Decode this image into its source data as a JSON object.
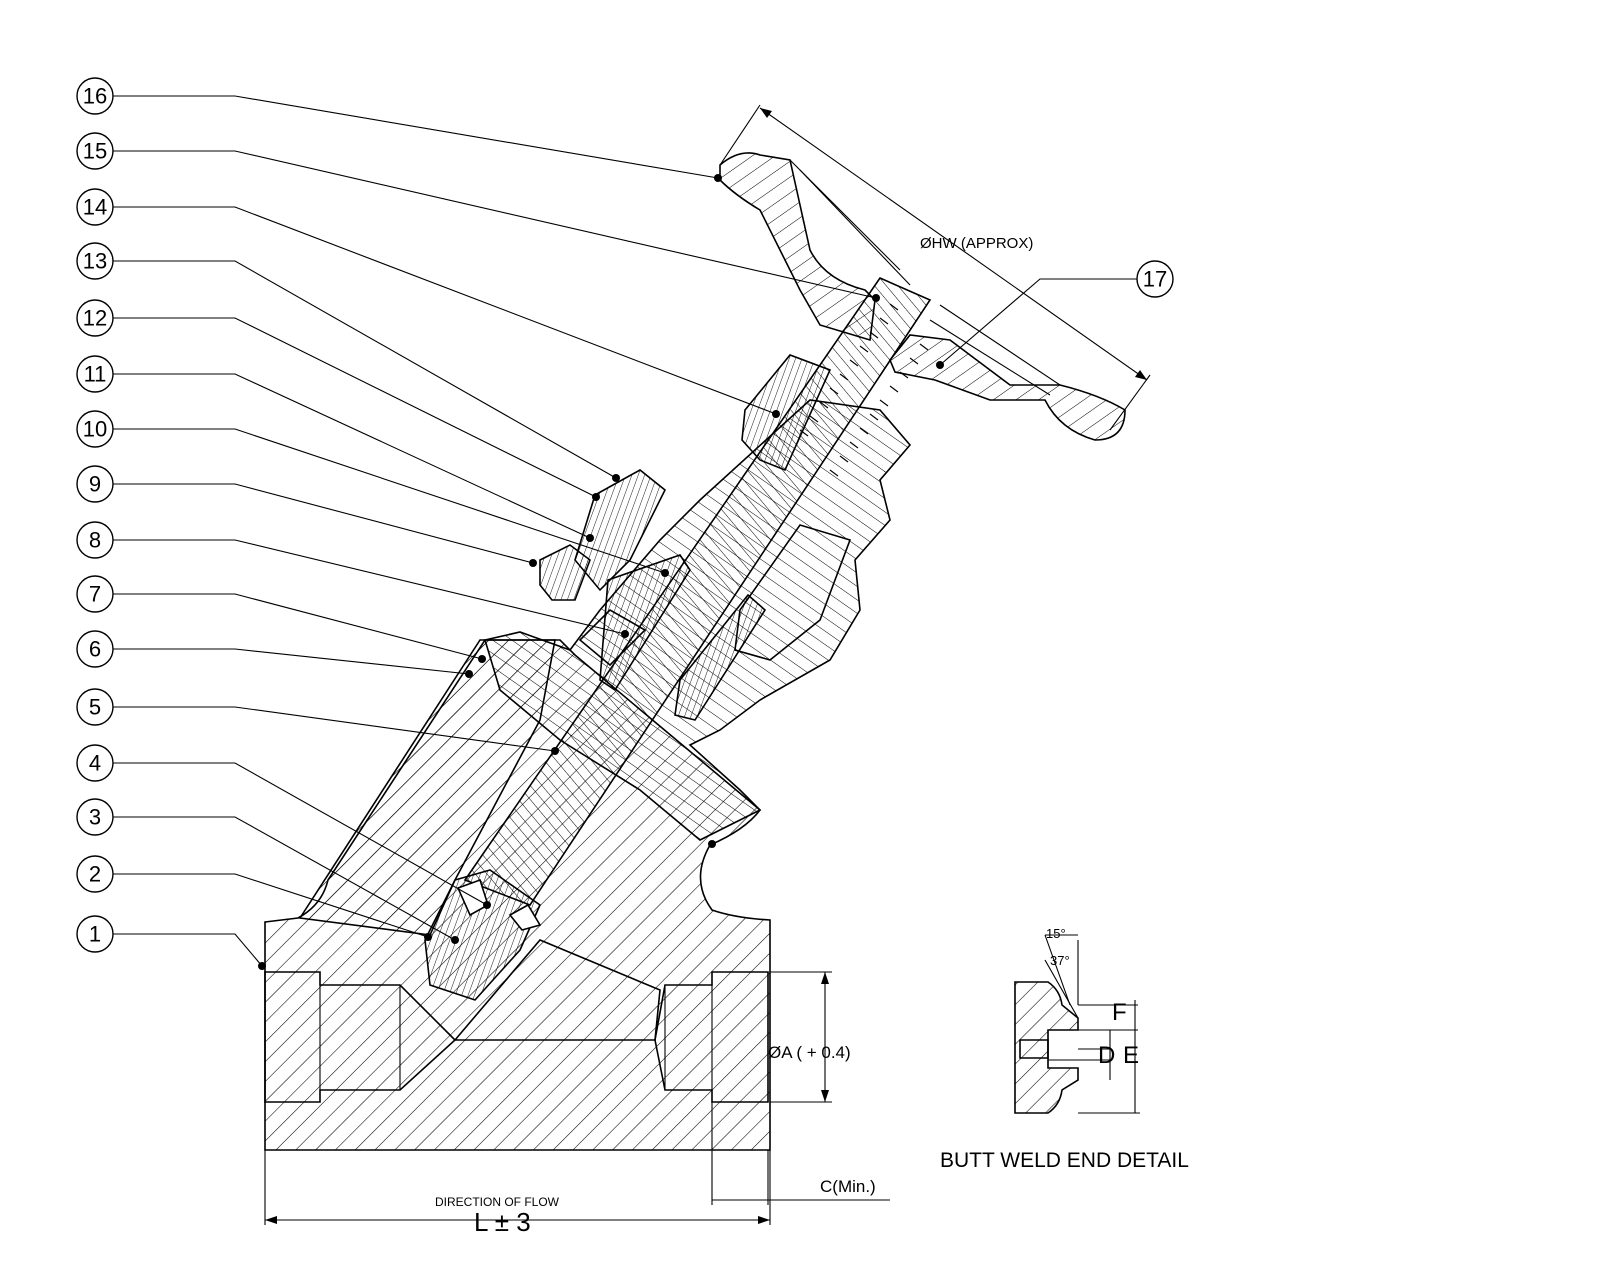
{
  "balloons": [
    "1",
    "2",
    "3",
    "4",
    "5",
    "6",
    "7",
    "8",
    "9",
    "10",
    "11",
    "12",
    "13",
    "14",
    "15",
    "16",
    "17"
  ],
  "labels": {
    "handwheel_dia": "ØHW (APPROX)",
    "port_dia": "ØA ( + 0.4)",
    "socket_depth": "C(Min.)",
    "flow_direction": "DIRECTION OF FLOW",
    "length": "L ± 3",
    "detail_title": "BUTT WELD END DETAIL",
    "angle_outer": "15°",
    "angle_inner": "37°",
    "dim_f": "F",
    "dim_d": "D",
    "dim_e": "E"
  }
}
